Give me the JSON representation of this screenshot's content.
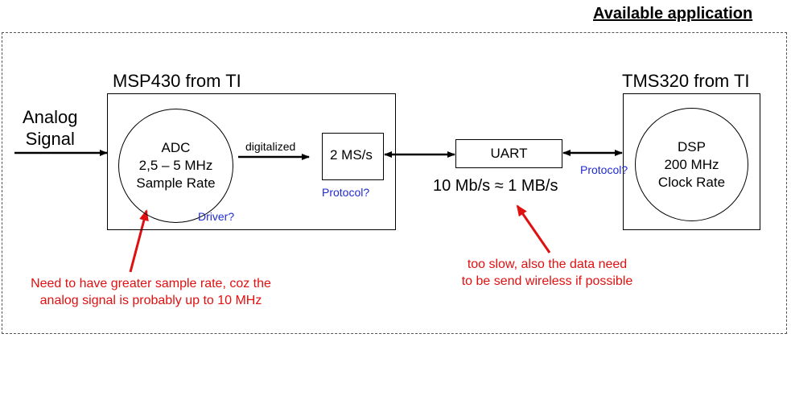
{
  "header": {
    "title": "Available application"
  },
  "msp430": {
    "title": "MSP430 from TI",
    "adc": {
      "line1": "ADC",
      "line2": "2,5 – 5 MHz",
      "line3": "Sample Rate"
    },
    "digitalized_label": "digitalized",
    "buffer_label": "2 MS/s",
    "protocol_label": "Protocol?",
    "driver_label": "Driver?"
  },
  "input": {
    "line1": "Analog",
    "line2": "Signal"
  },
  "uart": {
    "label": "UART",
    "rate": "10 Mb/s ≈ 1 MB/s"
  },
  "tms320": {
    "title": "TMS320 from TI",
    "protocol_label": "Protocol?",
    "dsp": {
      "line1": "DSP",
      "line2": "200 MHz",
      "line3": "Clock Rate"
    }
  },
  "notes": {
    "sample_rate_line1": "Need to have greater sample rate, coz the",
    "sample_rate_line2": "analog signal is probably up to 10 MHz",
    "uart_line1": "too slow, also the data need",
    "uart_line2": "to be send wireless if possible"
  },
  "colors": {
    "note": "#e01010",
    "question": "#1f2bd0",
    "frame": "#555555"
  }
}
